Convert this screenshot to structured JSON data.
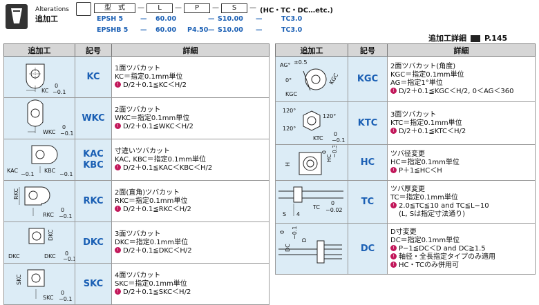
{
  "header": {
    "title_en": "Alterations",
    "title_jp": "追加工",
    "boxes": [
      "型　式",
      "L",
      "P",
      "S"
    ],
    "etc": "(HC・TC・DC…etc.)",
    "examples": [
      [
        "EPSH 5",
        "—",
        "60.00",
        "",
        "—",
        "S10.00",
        "—",
        "TC3.0"
      ],
      [
        "EPSHB 5",
        "—",
        "60.00",
        "P4.50",
        "—",
        "S10.00",
        "—",
        "TC3.0"
      ]
    ],
    "ref_label": "追加工詳細",
    "ref_page": "P.145"
  },
  "table_headers": [
    "追加工",
    "記号",
    "詳細"
  ],
  "left_rows": [
    {
      "code": "KC",
      "lines": [
        "1面ツバカット",
        "KC＝指定0.1mm単位"
      ],
      "notes": [
        "D/2＋0.1≦KC＜H/2"
      ]
    },
    {
      "code": "WKC",
      "lines": [
        "2面ツバカット",
        "WKC＝指定0.1mm単位"
      ],
      "notes": [
        "D/2＋0.1≦WKC＜H/2"
      ]
    },
    {
      "code": "KAC",
      "code2": "KBC",
      "lines": [
        "寸違いツバカット",
        "KAC, KBC＝指定0.1mm単位"
      ],
      "notes": [
        "D/2＋0.1≦KAC＜KBC＜H/2"
      ]
    },
    {
      "code": "RKC",
      "lines": [
        "2面(直角)ツバカット",
        "RKC＝指定0.1mm単位"
      ],
      "notes": [
        "D/2＋0.1≦RKC＜H/2"
      ]
    },
    {
      "code": "DKC",
      "lines": [
        "3面ツバカット",
        "DKC＝指定0.1mm単位"
      ],
      "notes": [
        "D/2＋0.1≦DKC＜H/2"
      ]
    },
    {
      "code": "SKC",
      "lines": [
        "4面ツバカット",
        "SKC＝指定0.1mm単位"
      ],
      "notes": [
        "D/2＋0.1≦SKC＜H/2"
      ]
    }
  ],
  "right_rows": [
    {
      "code": "KGC",
      "lines": [
        "2面ツバカット(角度)",
        "KGC＝指定0.1mm単位",
        "AG＝指定1°単位"
      ],
      "notes": [
        "D/2＋0.1≦KGC＜H/2, 0＜AG＜360"
      ]
    },
    {
      "code": "KTC",
      "lines": [
        "3面ツバカット",
        "KTC＝指定0.1mm単位"
      ],
      "notes": [
        "D/2＋0.1≦KTC＜H/2"
      ]
    },
    {
      "code": "HC",
      "lines": [
        "ツバ径変更",
        "HC＝指定0.1mm単位"
      ],
      "notes": [
        "P＋1≦HC＜H"
      ]
    },
    {
      "code": "TC",
      "lines": [
        "ツバ厚変更",
        "TC＝指定0.1mm単位"
      ],
      "notes": [
        "2.0≦TC≦10 and TC≦L−10"
      ],
      "extra": "(L, Sは指定寸法通り)"
    },
    {
      "code": "DC",
      "lines": [
        "D寸変更",
        "DC＝指定0.1mm単位"
      ],
      "notes": [
        "P−1≦DC＜D and DC≧1.5",
        "軸径・全長指定タイプのみ適用",
        "HC・TCのみ併用可"
      ]
    }
  ],
  "fig_labels": {
    "kc": "KC",
    "wkc": "WKC",
    "kac": "KAC",
    "kbc": "KBC",
    "rkc": "RKC",
    "dkc": "DKC",
    "skc": "SKC",
    "kgc": "KGC",
    "ag": "AG°",
    "ag_tol": "±0.5",
    "zero_deg": "0°",
    "ktc": "KTC",
    "deg120": "120°",
    "h": "H",
    "hc": "HC",
    "tc": "TC",
    "s": "S",
    "four": "4",
    "dc": "DC",
    "d": "D",
    "tol_upper": "0",
    "tol_lower": "−0.1",
    "tol_lower_tc": "−0.02",
    "tol_upper_hc": "0",
    "tol_lower_hc": "−0.3"
  }
}
